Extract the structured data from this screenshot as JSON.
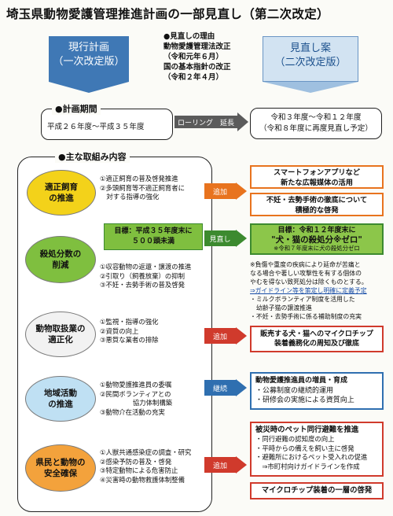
{
  "title": "埼玉県動物愛護管理推進計画の一部見直し（第二次改定）",
  "current_plan": {
    "line1": "現行計画",
    "line2": "（一次改定版）"
  },
  "proposed_plan": {
    "line1": "見直し案",
    "line2": "（二次改定版）"
  },
  "reason": {
    "heading": "●見直しの理由",
    "lines": [
      "動物愛護管理法改正",
      "（令和元年６月）",
      "国の基本指針の改正",
      "（令和２年４月）"
    ]
  },
  "plan_period": {
    "label": "●計画期間",
    "current": "平成２６年度〜平成３５年度",
    "arrow": "ローリング　延長",
    "proposed_line1": "令和３年度〜令和１２年度",
    "proposed_line2": "（令和８年度に再度見直し予定）"
  },
  "main_label": "●主な取組み内容",
  "sections": [
    {
      "oval_line1": "適正飼育",
      "oval_line2": "の推進",
      "oval_color": "#f3d21a",
      "items": [
        "①適正飼育の普及啓発推進",
        "②多頭飼育等不適正飼育者に",
        "　対する指導の強化"
      ],
      "tag": "追加",
      "tag_color": "#e8731e"
    },
    {
      "oval_line1": "殺処分数の",
      "oval_line2": "削減",
      "oval_color": "#7fbf3f",
      "items": [
        "①収容動物の返還・譲渡の推進",
        "②引取り（飼養放棄）の抑制",
        "③不妊・去勢手術の普及啓発"
      ],
      "tag": "見直し",
      "tag_color": "#3c8a2f",
      "target_old_line1": "目標：平成３５年度末に",
      "target_old_line2": "５００頭未満"
    },
    {
      "oval_line1": "動物取扱業の",
      "oval_line2": "適正化",
      "oval_color": "#f2f2f2",
      "items": [
        "①監視・指導の強化",
        "②資質の向上",
        "③悪質な業者の排除"
      ],
      "tag": "追加",
      "tag_color": "#d03a2c"
    },
    {
      "oval_line1": "地域活動",
      "oval_line2": "の推進",
      "oval_color": "#bfe0f3",
      "items": [
        "①動物愛護推進員の委嘱",
        "②民間ボランティアとの",
        "　　　　　協力体制構築",
        "③動物介在活動の充実"
      ],
      "tag": "継続",
      "tag_color": "#2f6fb0"
    },
    {
      "oval_line1": "県民と動物の",
      "oval_line2": "安全確保",
      "oval_color": "#f3a23c",
      "items": [
        "①人獣共通感染症の調査・研究",
        "②感染予防の普及・啓発",
        "③特定動物による危害防止",
        "④災害時の動物救護体制整備"
      ],
      "tag": "追加",
      "tag_color": "#d03a2c"
    }
  ],
  "right": {
    "s1_box1_line1": "スマートフォンアプリなど",
    "s1_box1_line2": "新たな広報媒体の活用",
    "s1_box2_line1": "不妊・去勢手術の徹底について",
    "s1_box2_line2": "積極的な啓発",
    "s2_target_line1": "目標：令和１２年度末に",
    "s2_target_line2": "\"犬・猫の殺処分※ゼロ\"",
    "s2_target_note": "※令和７年度末に犬の殺処分ゼロ",
    "s2_notes": [
      "※負傷や重度の疾病により延命が苦痛と",
      "なる場合や著しい攻撃性を有する個体の",
      "やむを得ない致死処分は除くものとする。",
      "⇒ガイドライン等を策定し明確に定義予定",
      "・ミルクボランティア制度を活用した",
      "　幼齢子猫の譲渡推進",
      "・不妊・去勢手術に係る補助制度の充実"
    ],
    "s3_line1": "販売する犬・猫へのマイクロチップ",
    "s3_line2": "装着義務化の周知及び徹底",
    "s4_heading": "動物愛護推進員の増員・育成",
    "s4_lines": [
      "・公募制度の継続的運用",
      "・研修会の実施による資質向上"
    ],
    "s5_heading": "被災時のペット同行避難を推進",
    "s5_lines": [
      "・同行避難の認知度の向上",
      "・平時からの備えを飼い主に啓発",
      "・避難所におけるペット受入れの促進",
      "　⇒市町村向けガイドラインを作成"
    ],
    "s5_box2": "マイクロチップ装着の一層の啓発"
  }
}
